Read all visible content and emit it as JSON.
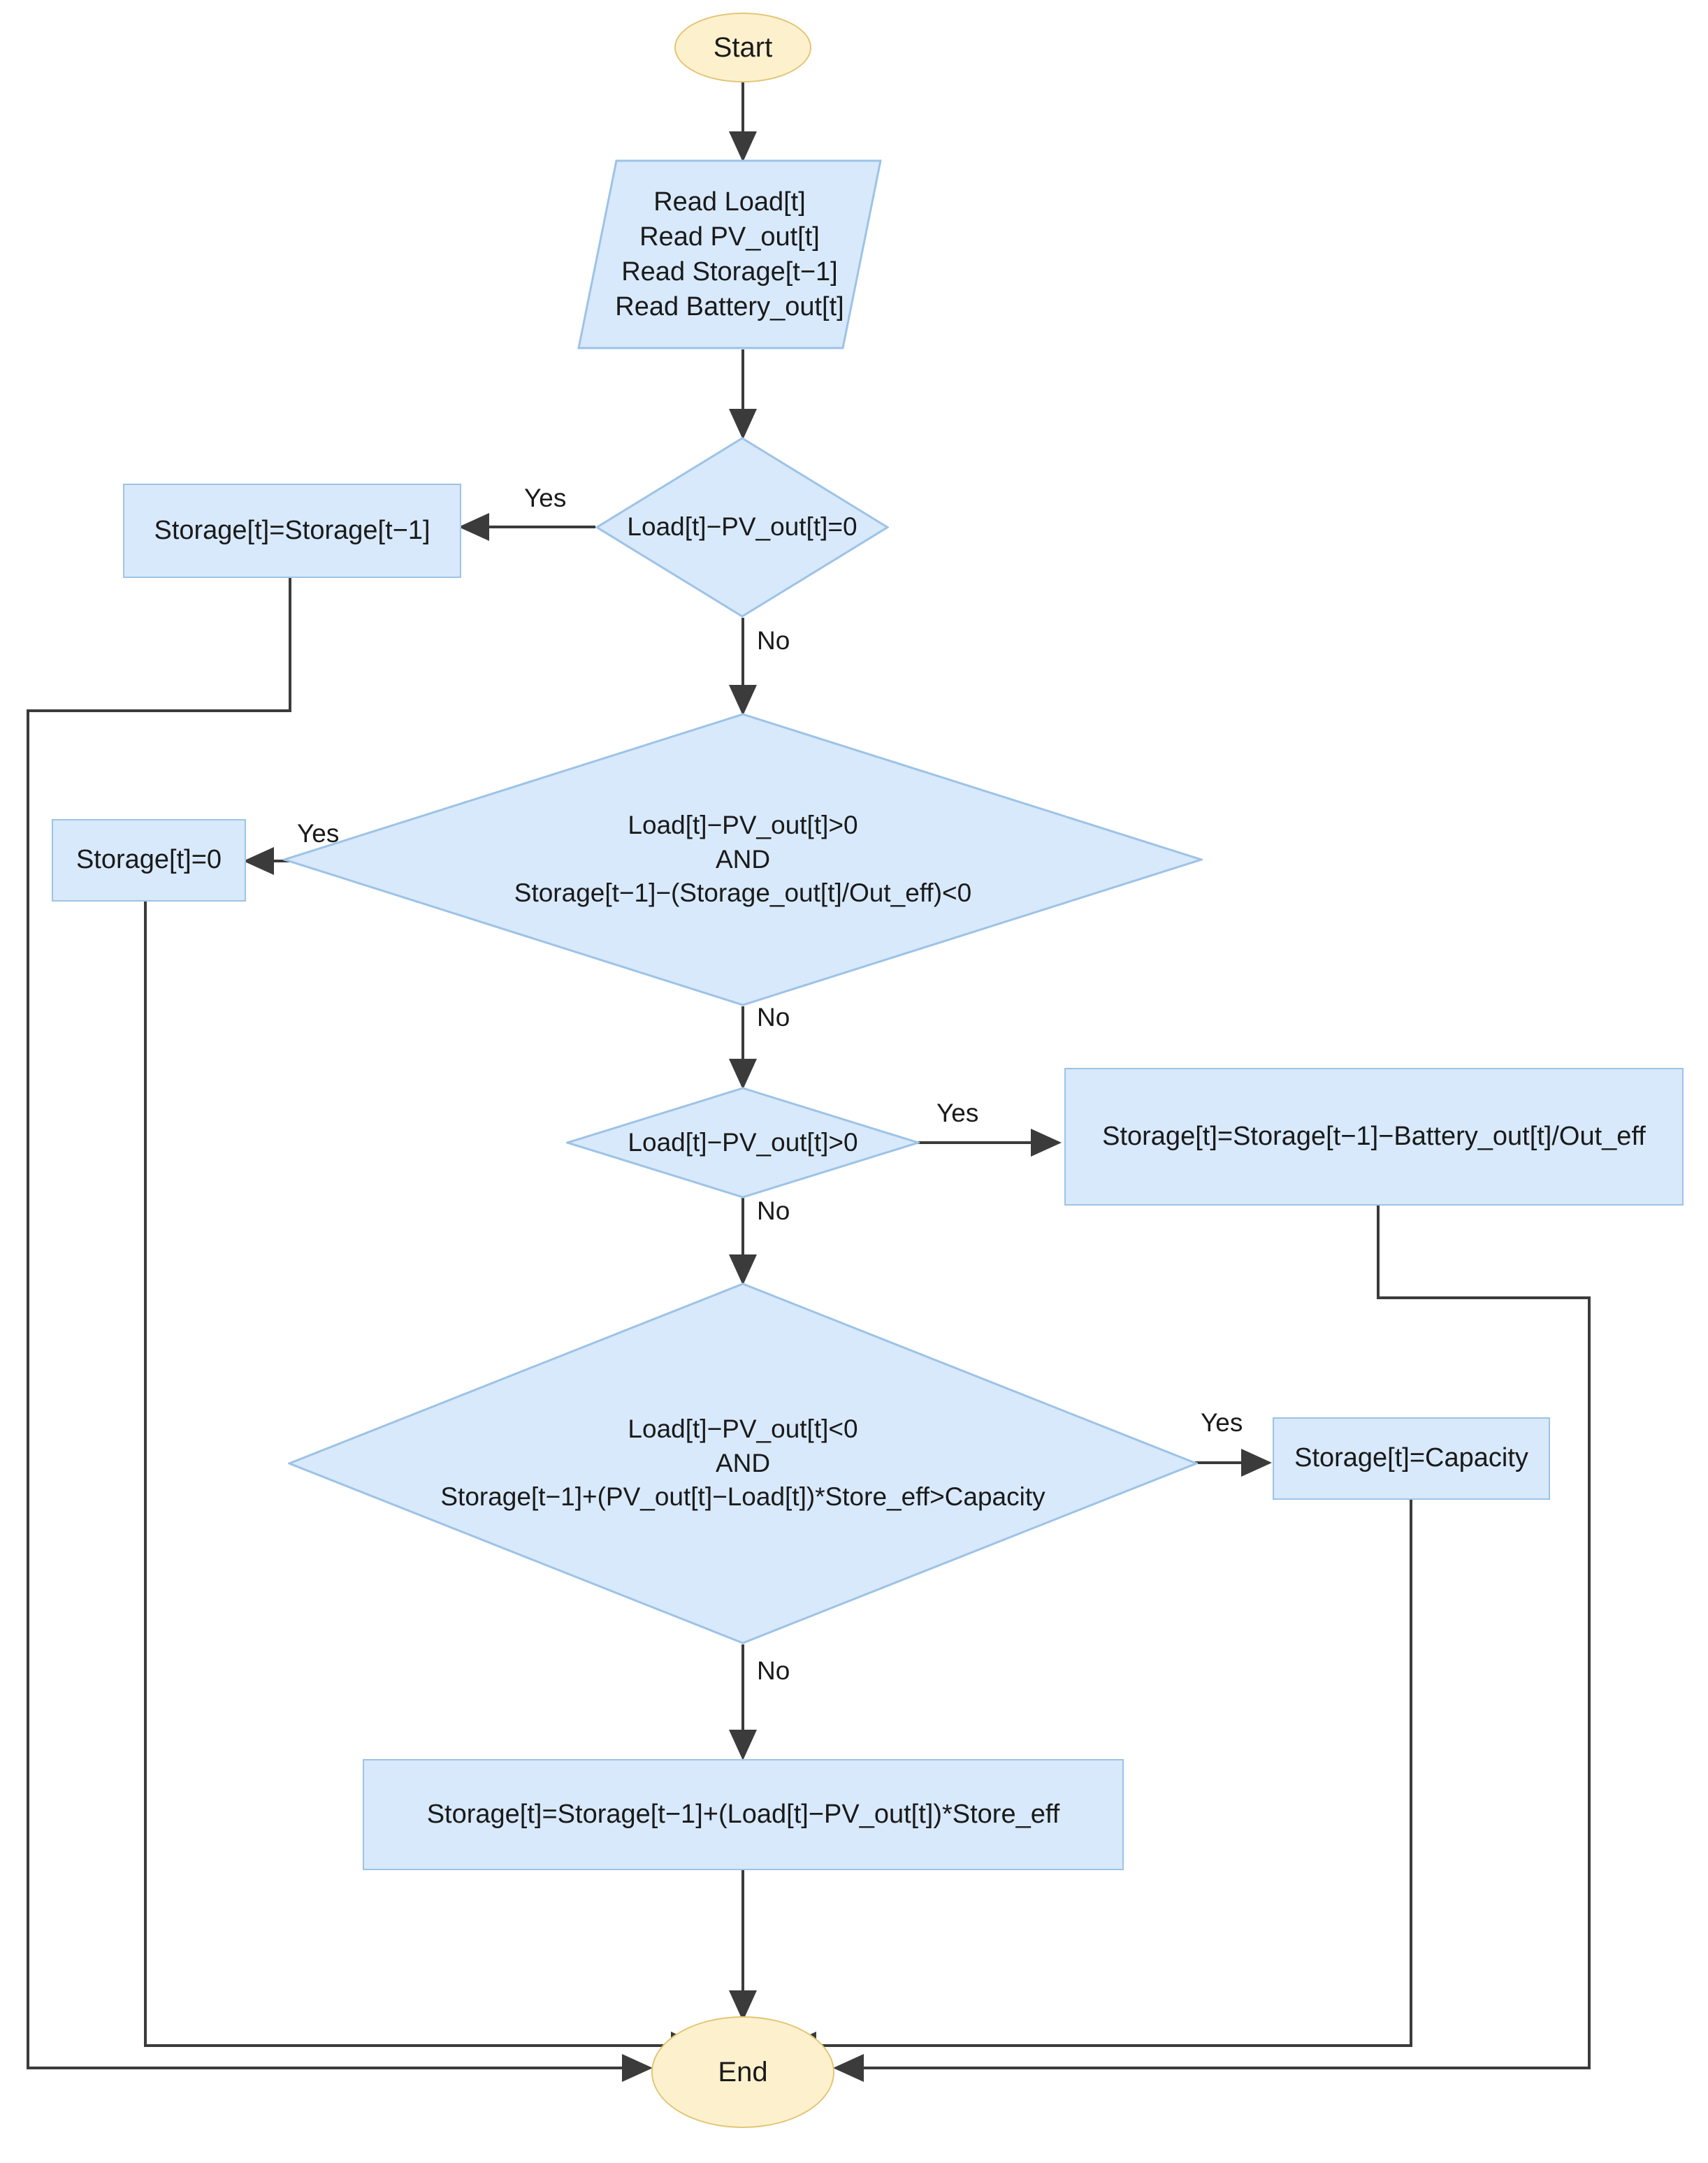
{
  "diagram": {
    "title": "Battery storage dispatch flowchart",
    "colors": {
      "process_fill": "#d8e9fb",
      "process_stroke": "#9dc3e6",
      "terminator_fill": "#fdf1cd",
      "terminator_stroke": "#e3c574",
      "edge_stroke": "#3b3b3b",
      "text": "#1a1a1a",
      "background": "#ffffff"
    }
  },
  "nodes": {
    "start": {
      "label": "Start",
      "shape": "terminator"
    },
    "read_inputs": {
      "label": "Read Load[t]\nRead PV_out[t]\nRead Storage[t−1]\nRead Battery_out[t]",
      "shape": "parallelogram"
    },
    "decision_equal": {
      "label": "Load[t]−PV_out[t]=0",
      "shape": "diamond"
    },
    "assign_hold": {
      "label": "Storage[t]=Storage[t−1]",
      "shape": "process"
    },
    "decision_deficit_empty": {
      "label": "Load[t]−PV_out[t]>0\nAND\nStorage[t−1]−(Storage_out[t]/Out_eff)<0",
      "shape": "diamond"
    },
    "assign_zero": {
      "label": "Storage[t]=0",
      "shape": "process"
    },
    "decision_deficit": {
      "label": "Load[t]−PV_out[t]>0",
      "shape": "diamond"
    },
    "assign_discharge": {
      "label": "Storage[t]=Storage[t−1]−Battery_out[t]/Out_eff",
      "shape": "process"
    },
    "decision_surplus_full": {
      "label": "Load[t]−PV_out[t]<0\nAND\nStorage[t−1]+(PV_out[t]−Load[t])*Store_eff>Capacity",
      "shape": "diamond"
    },
    "assign_capacity": {
      "label": "Storage[t]=Capacity",
      "shape": "process"
    },
    "assign_charge": {
      "label": "Storage[t]=Storage[t−1]+(Load[t]−PV_out[t])*Store_eff",
      "shape": "process"
    },
    "end": {
      "label": "End",
      "shape": "terminator"
    }
  },
  "edge_labels": {
    "yes_equal": "Yes",
    "no_equal": "No",
    "yes_deficit_empty": "Yes",
    "no_deficit_empty": "No",
    "yes_deficit": "Yes",
    "no_deficit": "No",
    "yes_surplus_full": "Yes",
    "no_surplus_full": "No"
  }
}
